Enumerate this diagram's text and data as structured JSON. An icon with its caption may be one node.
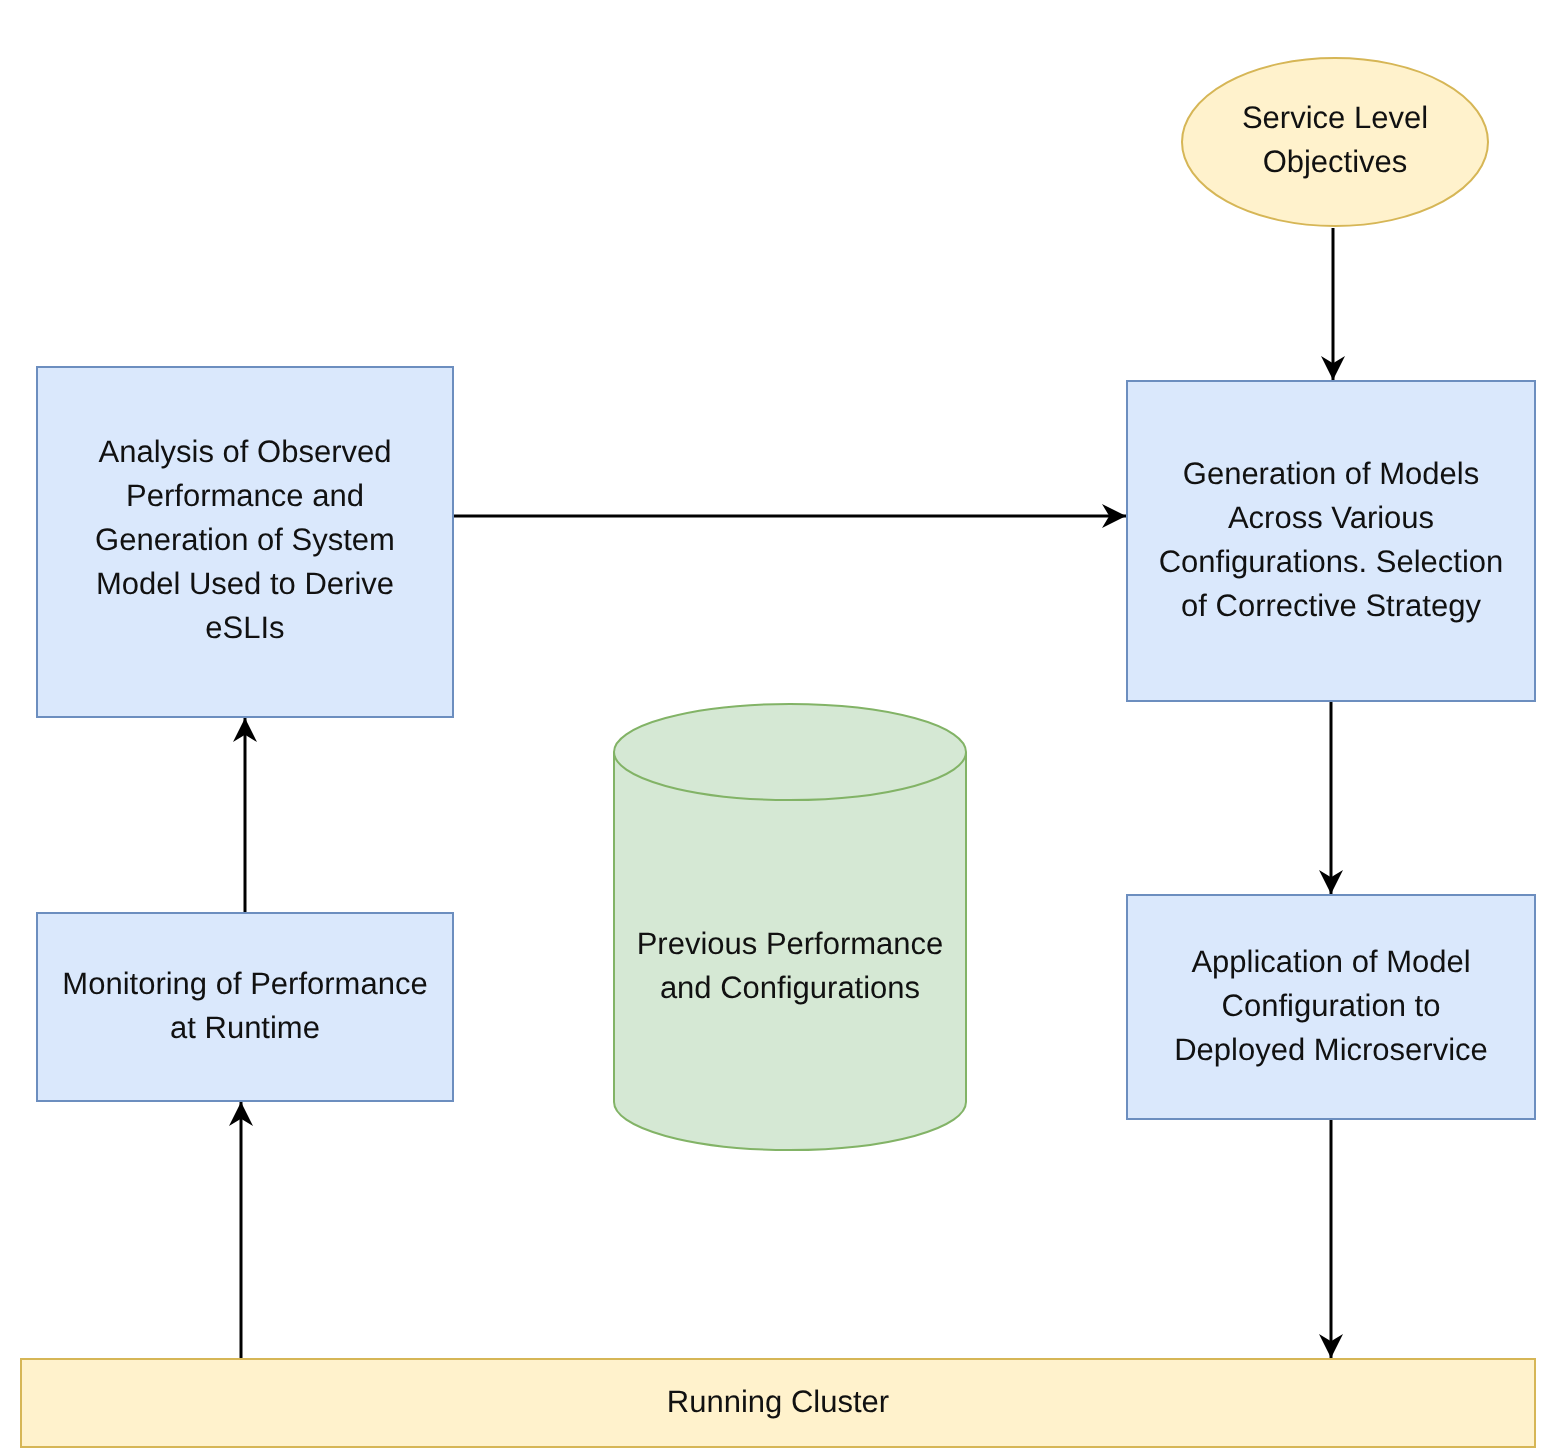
{
  "diagram": {
    "nodes": [
      {
        "text": [
          "Service Level Objectives"
        ]
      },
      {
        "text": [
          "Analysis of Observed Performance and Generation of System Model Used to Derive eSLIs"
        ]
      },
      {
        "text": [
          "Generation of Models Across Various Configurations. Selection of Corrective Strategy"
        ]
      },
      {
        "text": [
          "Previous Performance and Configurations"
        ]
      },
      {
        "text": [
          "Monitoring of Performance at Runtime"
        ]
      },
      {
        "text": [
          "Application of Model Configuration to Deployed Microservice"
        ]
      },
      {
        "text": [
          "Running Cluster"
        ]
      }
    ],
    "edges": [
      {
        "from": 0,
        "to": 2,
        "arrow": "to"
      },
      {
        "from": 1,
        "to": 2,
        "arrow": "to"
      },
      {
        "from": 2,
        "to": 5,
        "arrow": "to"
      },
      {
        "from": 5,
        "to": 6,
        "arrow": "to"
      },
      {
        "from": 6,
        "to": 4,
        "arrow": "to"
      },
      {
        "from": 4,
        "to": 1,
        "arrow": "to"
      }
    ]
  }
}
